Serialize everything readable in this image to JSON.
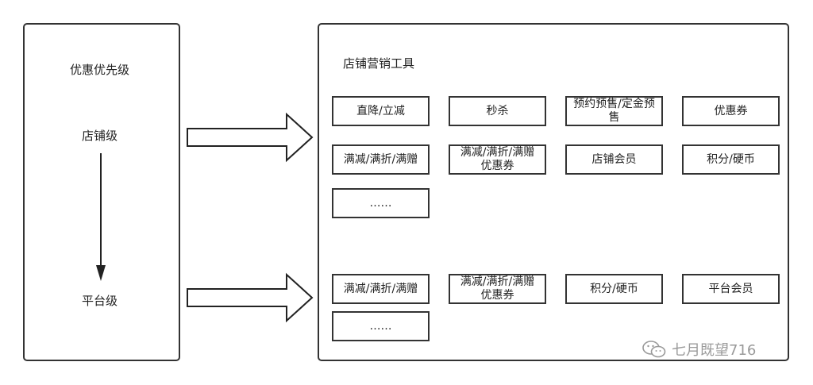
{
  "left": {
    "title": "优惠优先级",
    "level_store": "店铺级",
    "level_platform": "平台级"
  },
  "right": {
    "title": "店铺营销工具",
    "store_tools": [
      "直降/立减",
      "秒杀",
      "预约预售/定金预售",
      "优惠券",
      "满减/满折/满赠",
      "满减/满折/满赠优惠券",
      "店铺会员",
      "积分/硬币",
      "……"
    ],
    "platform_tools": [
      "满减/满折/满赠",
      "满减/满折/满赠优惠券",
      "积分/硬币",
      "平台会员",
      "……"
    ]
  },
  "watermark": "七月既望716"
}
